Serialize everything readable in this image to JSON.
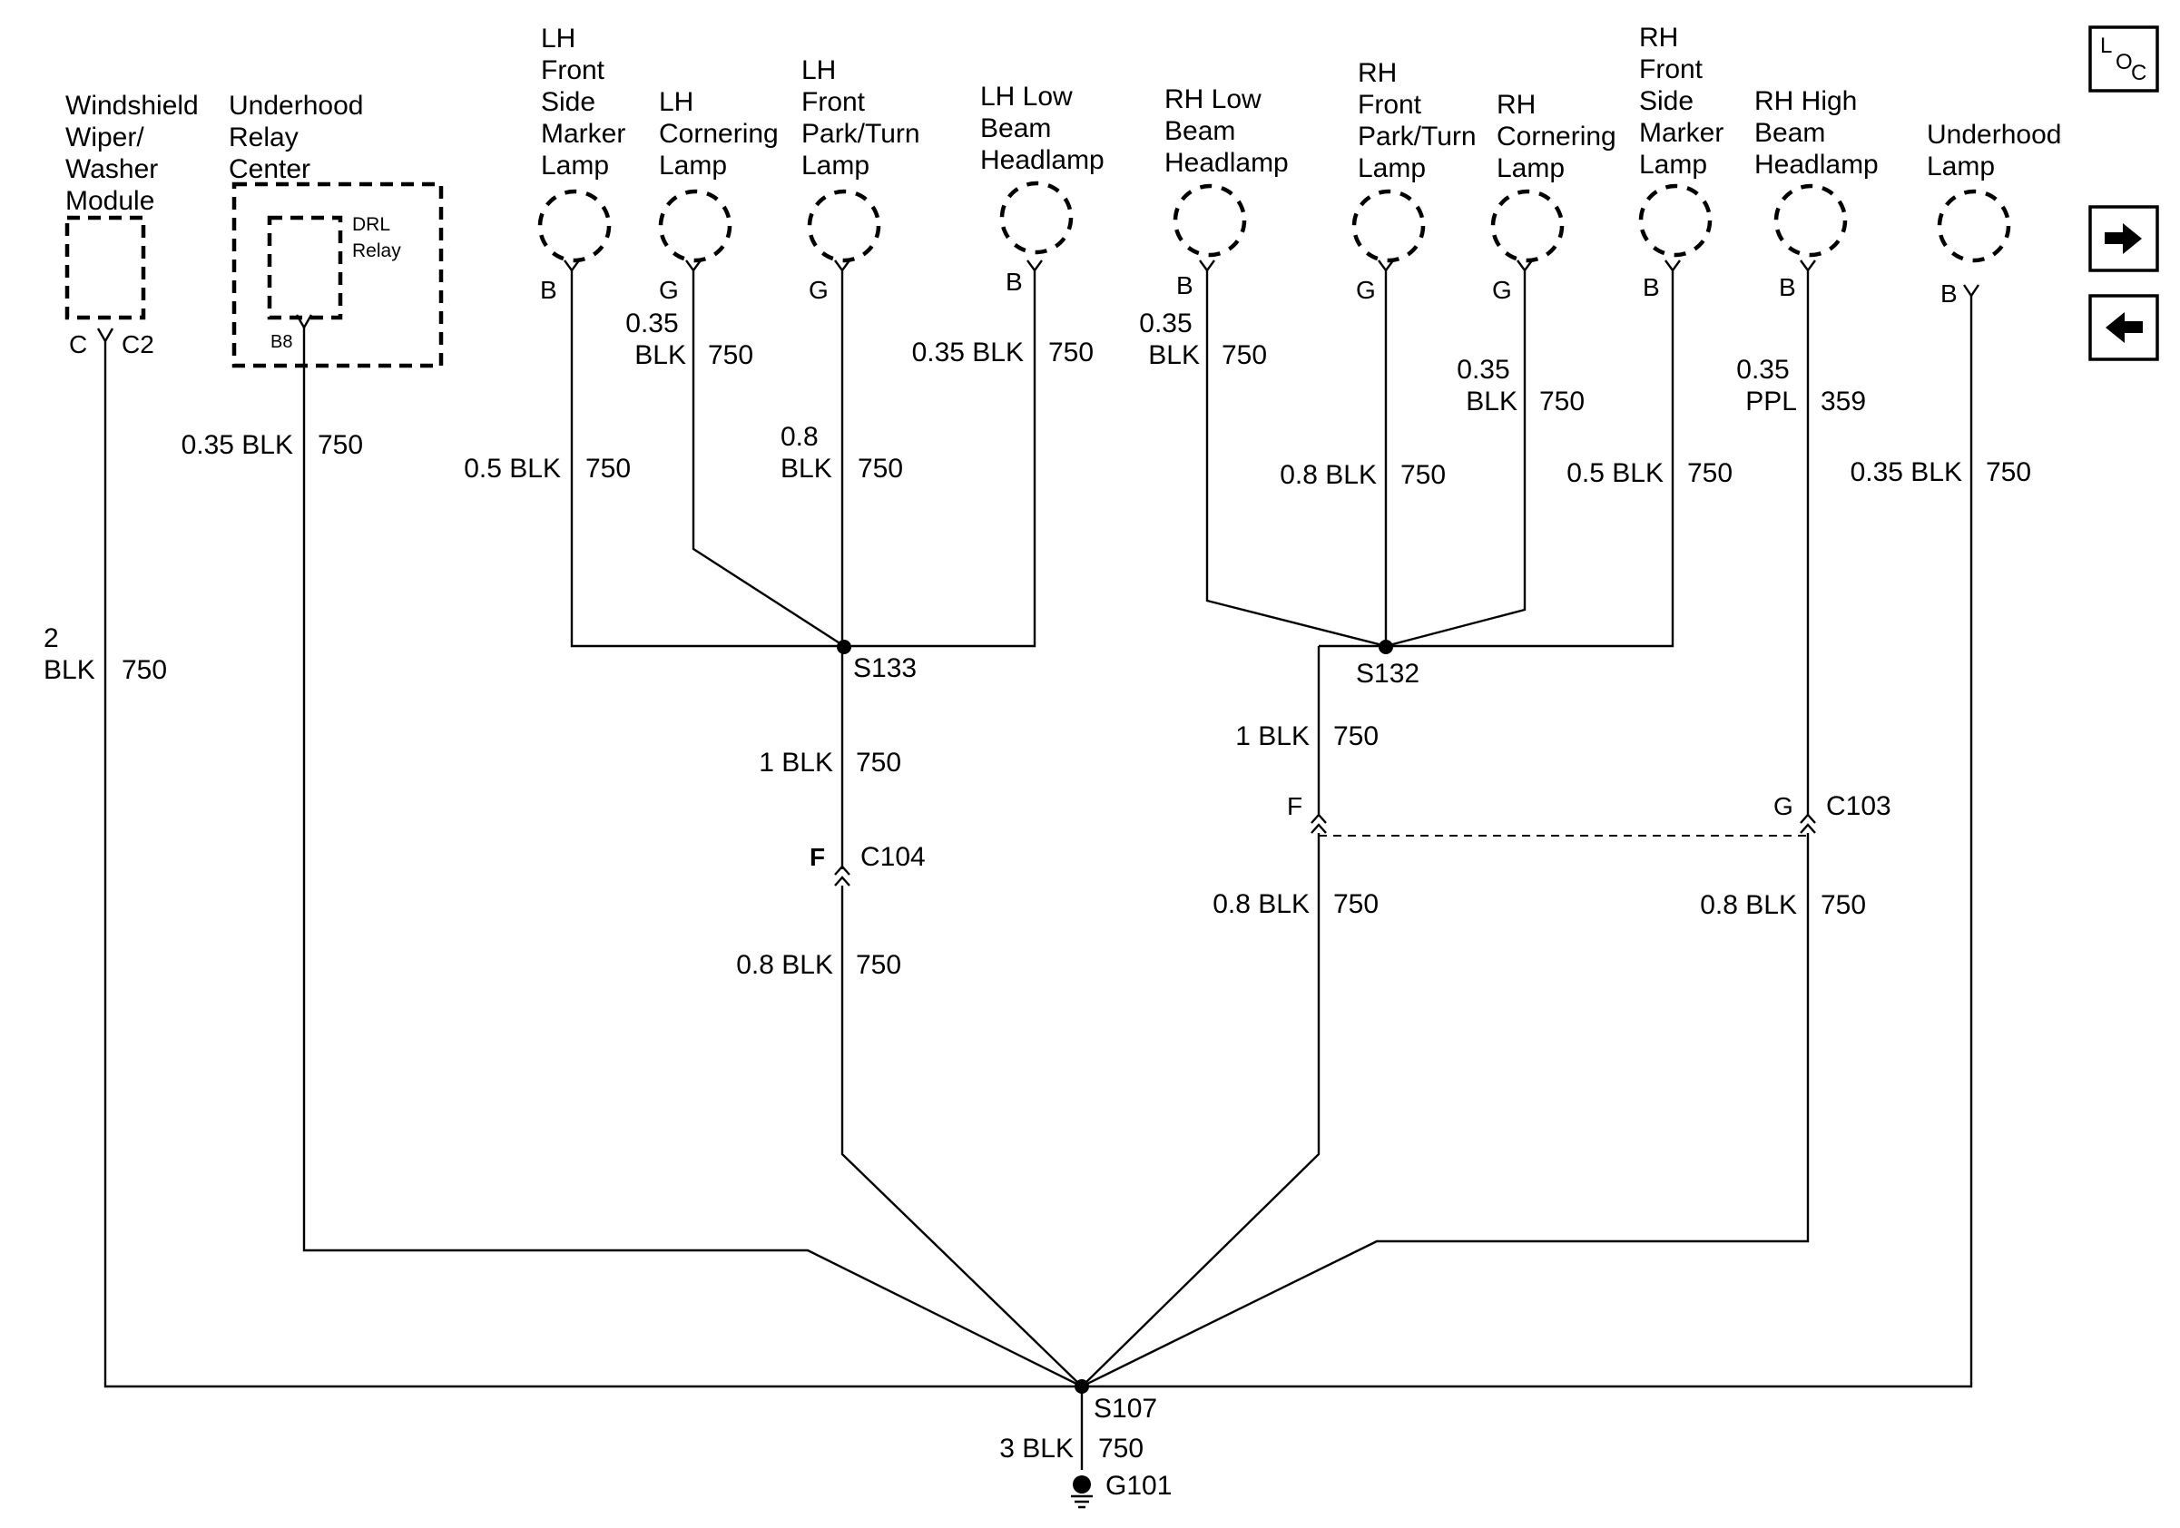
{
  "components": {
    "wiper": {
      "lines": [
        "Windshield",
        "Wiper/",
        "Washer",
        "Module"
      ],
      "pin_a": "C",
      "pin_b": "C2"
    },
    "relay_center": {
      "lines": [
        "Underhood",
        "Relay",
        "Center"
      ],
      "relay_lines": [
        "DRL",
        "Relay"
      ],
      "pin": "B8"
    },
    "lh_side_marker": {
      "lines": [
        "LH",
        "Front",
        "Side",
        "Marker",
        "Lamp"
      ],
      "pin": "B"
    },
    "lh_cornering": {
      "lines": [
        "LH",
        "Cornering",
        "Lamp"
      ],
      "pin": "G"
    },
    "lh_park_turn": {
      "lines": [
        "LH",
        "Front",
        "Park/Turn",
        "Lamp"
      ],
      "pin": "G"
    },
    "lh_low_beam": {
      "lines": [
        "LH Low",
        "Beam",
        "Headlamp"
      ],
      "pin": "B"
    },
    "rh_low_beam": {
      "lines": [
        "RH Low",
        "Beam",
        "Headlamp"
      ],
      "pin": "B"
    },
    "rh_park_turn": {
      "lines": [
        "RH",
        "Front",
        "Park/Turn",
        "Lamp"
      ],
      "pin": "G"
    },
    "rh_cornering": {
      "lines": [
        "RH",
        "Cornering",
        "Lamp"
      ],
      "pin": "G"
    },
    "rh_side_marker": {
      "lines": [
        "RH",
        "Front",
        "Side",
        "Marker",
        "Lamp"
      ],
      "pin": "B"
    },
    "rh_high_beam": {
      "lines": [
        "RH High",
        "Beam",
        "Headlamp"
      ],
      "pin": "B"
    },
    "underhood_lamp": {
      "lines": [
        "Underhood",
        "Lamp"
      ],
      "pin": "B"
    }
  },
  "wires": {
    "wiper": {
      "lines": [
        "2",
        "BLK"
      ],
      "circuit": "750"
    },
    "relay": {
      "lines": [
        "0.35 BLK"
      ],
      "circuit": "750"
    },
    "lh_side_marker": {
      "lines": [
        "0.5 BLK"
      ],
      "circuit": "750"
    },
    "lh_cornering": {
      "lines": [
        "0.35",
        "BLK"
      ],
      "circuit": "750"
    },
    "lh_park_turn": {
      "lines": [
        "0.8",
        "BLK"
      ],
      "circuit": "750"
    },
    "lh_low_beam": {
      "lines": [
        "0.35 BLK"
      ],
      "circuit": "750"
    },
    "rh_low_beam": {
      "lines": [
        "0.35",
        "BLK"
      ],
      "circuit": "750"
    },
    "rh_park_turn": {
      "lines": [
        "0.8 BLK"
      ],
      "circuit": "750"
    },
    "rh_cornering": {
      "lines": [
        "0.35",
        "BLK"
      ],
      "circuit": "750"
    },
    "rh_side_marker": {
      "lines": [
        "0.5 BLK"
      ],
      "circuit": "750"
    },
    "rh_high_beam": {
      "lines": [
        "0.35",
        "PPL"
      ],
      "circuit": "359"
    },
    "underhood_lamp": {
      "lines": [
        "0.35 BLK"
      ],
      "circuit": "750"
    },
    "s133_down": {
      "lines": [
        "1 BLK"
      ],
      "circuit": "750"
    },
    "c104_down": {
      "lines": [
        "0.8 BLK"
      ],
      "circuit": "750"
    },
    "s132_down": {
      "lines": [
        "1 BLK"
      ],
      "circuit": "750"
    },
    "c103_f_down": {
      "lines": [
        "0.8 BLK"
      ],
      "circuit": "750"
    },
    "c103_g_down": {
      "lines": [
        "0.8 BLK"
      ],
      "circuit": "750"
    },
    "ground": {
      "lines": [
        "3 BLK"
      ],
      "circuit": "750"
    }
  },
  "splices": {
    "s133": "S133",
    "s132": "S132",
    "s107": "S107"
  },
  "connectors": {
    "c104": {
      "name": "C104",
      "pin": "F"
    },
    "c103": {
      "name": "C103",
      "pin_f": "F",
      "pin_g": "G"
    }
  },
  "ground": {
    "name": "G101"
  },
  "nav": {
    "loc_main": "L",
    "loc_o": "O",
    "loc_c": "C",
    "next_icon": "arrow-right-icon",
    "prev_icon": "arrow-left-icon"
  }
}
